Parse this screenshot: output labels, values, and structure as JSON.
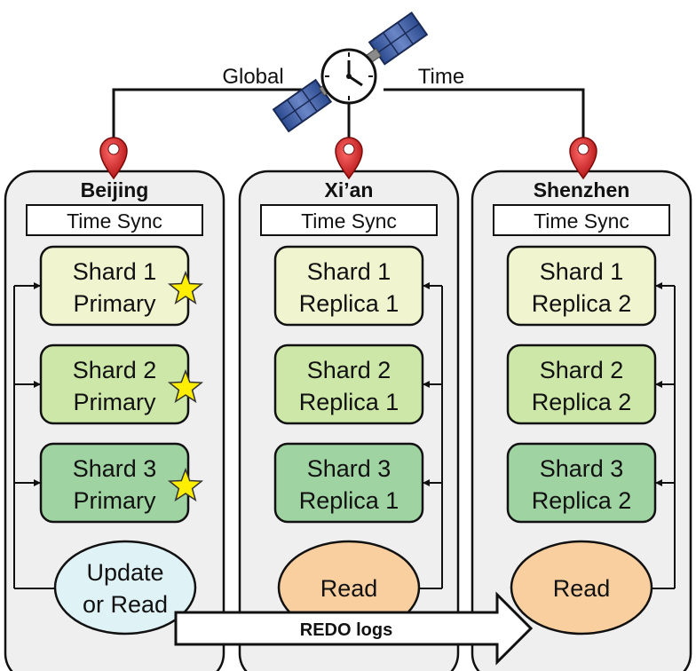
{
  "global_time": {
    "left_label": "Global",
    "right_label": "Time"
  },
  "datacenters": [
    {
      "name": "Beijing",
      "sync_label": "Time Sync",
      "shards": [
        {
          "line1": "Shard 1",
          "line2": "Primary",
          "starred": true
        },
        {
          "line1": "Shard 2",
          "line2": "Primary",
          "starred": true
        },
        {
          "line1": "Shard 3",
          "line2": "Primary",
          "starred": true
        }
      ],
      "client": {
        "line1": "Update",
        "line2": "or Read"
      }
    },
    {
      "name": "Xi’an",
      "sync_label": "Time Sync",
      "shards": [
        {
          "line1": "Shard 1",
          "line2": "Replica 1"
        },
        {
          "line1": "Shard 2",
          "line2": "Replica 1"
        },
        {
          "line1": "Shard 3",
          "line2": "Replica 1"
        }
      ],
      "client": {
        "line1": "Read"
      }
    },
    {
      "name": "Shenzhen",
      "sync_label": "Time Sync",
      "shards": [
        {
          "line1": "Shard 1",
          "line2": "Replica 2"
        },
        {
          "line1": "Shard 2",
          "line2": "Replica 2"
        },
        {
          "line1": "Shard 3",
          "line2": "Replica 2"
        }
      ],
      "client": {
        "line1": "Read"
      }
    }
  ],
  "redo_logs": {
    "label": "REDO logs"
  },
  "colors": {
    "panel": "#efefef",
    "shard1": "#f0f5cf",
    "shard2": "#cce7a8",
    "shard3": "#9fd3a1",
    "update_client": "#dff2f6",
    "read_client": "#f9cf9f",
    "pin": "#d01c1c",
    "star": "#ffee00"
  }
}
